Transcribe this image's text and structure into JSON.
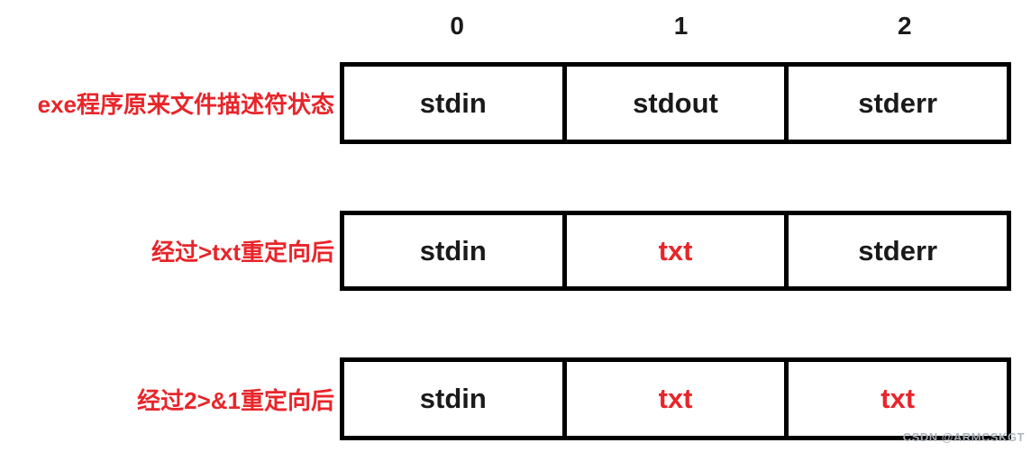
{
  "columns": {
    "headers": [
      "0",
      "1",
      "2"
    ]
  },
  "rows": [
    {
      "label": "exe程序原来文件描述符状态",
      "cells": [
        {
          "text": "stdin",
          "color": "#1a1a1a"
        },
        {
          "text": "stdout",
          "color": "#1a1a1a"
        },
        {
          "text": "stderr",
          "color": "#1a1a1a"
        }
      ]
    },
    {
      "label": "经过>txt重定向后",
      "cells": [
        {
          "text": "stdin",
          "color": "#1a1a1a"
        },
        {
          "text": "txt",
          "color": "#e8252a"
        },
        {
          "text": "stderr",
          "color": "#1a1a1a"
        }
      ]
    },
    {
      "label": "经过2>&1重定向后",
      "cells": [
        {
          "text": "stdin",
          "color": "#1a1a1a"
        },
        {
          "text": "txt",
          "color": "#e8252a"
        },
        {
          "text": "txt",
          "color": "#e8252a"
        }
      ]
    }
  ],
  "colors": {
    "label_red": "#e8252a",
    "box_border": "#000000",
    "cell_text_black": "#1a1a1a",
    "watermark_gray": "#abb1ba"
  },
  "watermark": "CSDN @ARMCSKGT"
}
